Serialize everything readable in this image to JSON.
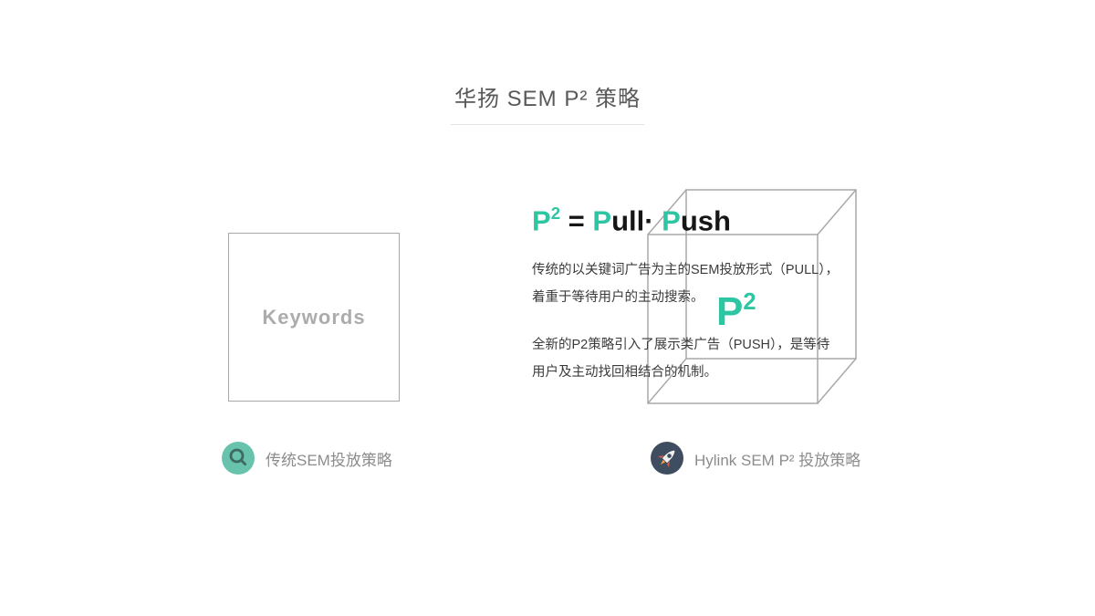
{
  "slide": {
    "title": "华扬 SEM P² 策略"
  },
  "left": {
    "keywords_label": "Keywords"
  },
  "right": {
    "formula": {
      "p_base": "P",
      "p_exp": "2",
      "equals": " = ",
      "pull_initial": "P",
      "pull_rest": "ull· ",
      "push_initial": "P",
      "push_rest": "ush"
    },
    "para1_line1": "传统的以关键词广告为主的SEM投放形式（PULL），",
    "para1_line2": "着重于等待用户的主动搜索。",
    "cube_label": {
      "base": "P",
      "exp": "2"
    },
    "para2_line1": "全新的P2策略引入了展示类广告（PUSH），是等待",
    "para2_line2": "用户及主动找回相结合的机制。"
  },
  "legend": {
    "traditional": {
      "icon": "magnifier-icon",
      "label": "传统SEM投放策略"
    },
    "hylink": {
      "icon": "rocket-icon",
      "label": "Hylink SEM P² 投放策略"
    }
  },
  "colors": {
    "accent_green": "#2EC6A2",
    "line_gray": "#A9A9A9",
    "underline_gray": "#E3E3E3",
    "title_gray": "#595959",
    "keywords_gray": "#ACACAC",
    "body_text": "#3B3B3B",
    "formula_dark": "#161616",
    "legend_text": "#8C8C8C",
    "magnifier_bg": "#68C3AD",
    "magnifier_glyph": "#3E6A63",
    "rocket_bg": "#3E4D5F",
    "rocket_body": "#F0F0F0",
    "rocket_fin": "#D95B4D",
    "rocket_flame": "#F0A04B"
  }
}
